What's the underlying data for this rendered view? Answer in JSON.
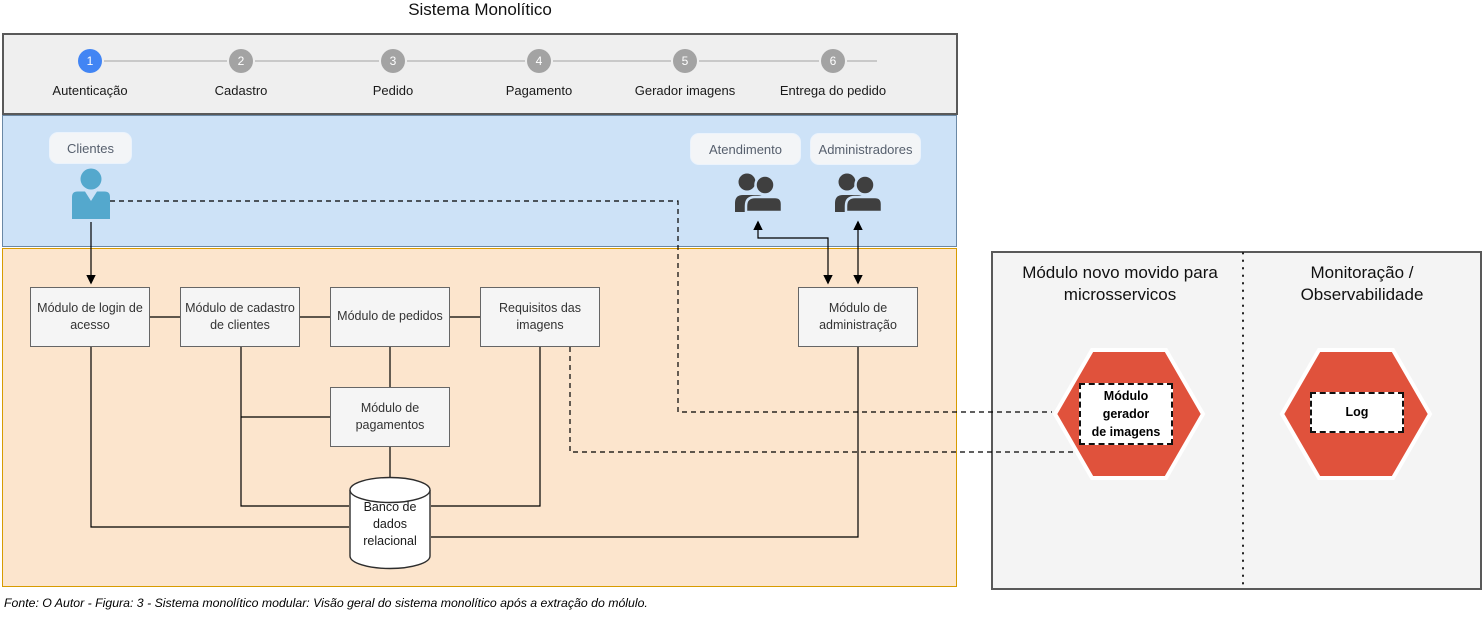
{
  "title": "Sistema Monolítico",
  "stepper": {
    "active_step": "1",
    "active_color": "#4285f4",
    "inactive_color": "#a3a3a3",
    "steps": [
      {
        "number": "1",
        "label": "Autenticação"
      },
      {
        "number": "2",
        "label": "Cadastro"
      },
      {
        "number": "3",
        "label": "Pedido"
      },
      {
        "number": "4",
        "label": "Pagamento"
      },
      {
        "number": "5",
        "label": "Gerador imagens"
      },
      {
        "number": "6",
        "label": "Entrega do pedido"
      }
    ]
  },
  "actors": {
    "clientes": {
      "label": "Clientes"
    },
    "atendimento": {
      "label": "Atendimento"
    },
    "administradores": {
      "label": "Administradores"
    }
  },
  "monolith": {
    "modules": {
      "login": "Módulo de login de acesso",
      "cadastro": "Módulo de cadastro de clientes",
      "pedidos": "Módulo de pedidos",
      "requisitos": "Requisitos das imagens",
      "administracao": "Módulo de administração",
      "pagamentos": "Módulo de pagamentos"
    },
    "database": "Banco de\ndados\nrelacional"
  },
  "microservices_panel": {
    "left_title": "Módulo novo movido para\nmicrosservicos",
    "right_title": "Monitoração /\nObservabilidade",
    "hexagon_left_label": "Módulo\ngerador\nde imagens",
    "hexagon_right_label": "Log",
    "hexagon_color": "#e0523c"
  },
  "caption": "Fonte: O Autor - Figura: 3 - Sistema monolítico modular: Visão geral do sistema monolítico após a extração do mólulo.",
  "colors": {
    "blue_band": "#cde2f7",
    "orange_band": "#fce5cd",
    "orange_border": "#d79b00",
    "person_icon": "#54a8cd",
    "group_icon": "#3f3f3f",
    "step_connector": "#c9c9c9"
  }
}
